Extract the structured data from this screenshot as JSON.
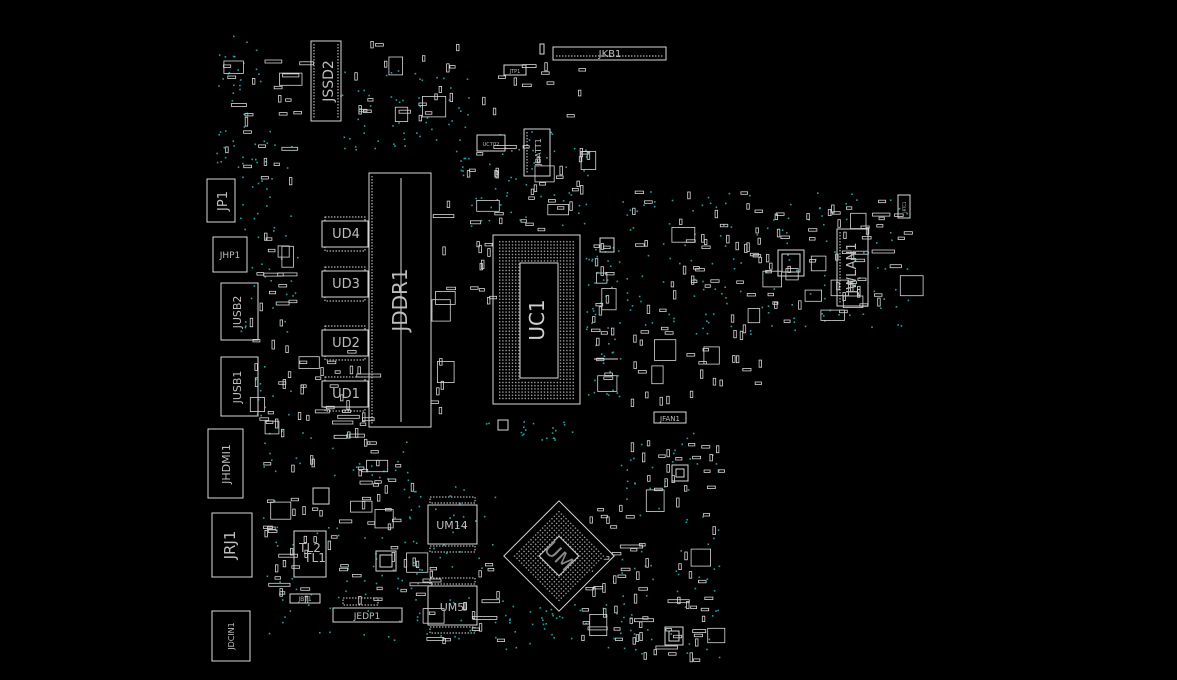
{
  "colors": {
    "background": "#000000",
    "outline": "#d8d8d8",
    "label": "#bdbdbd",
    "via": "#1fa3a3"
  },
  "components": {
    "jkb1": "JKB1",
    "jtp1": "JTP1",
    "jssd2": "JSSD2",
    "uc702": "UC702",
    "jbatt1": "JBATT1",
    "jp1": "JP1",
    "jhp1": "JHP1",
    "jusb2": "JUSB2",
    "jusb1": "JUSB1",
    "jhdmi1": "JHDMI1",
    "jrj1": "JRJ1",
    "jdcin1": "JDCIN1",
    "jddr1": "JDDR1",
    "ud4": "UD4",
    "ud3": "UD3",
    "ud2": "UD2",
    "ud1": "UD1",
    "uc1": "UC1",
    "jwlan1": "JWLAN1",
    "jfan1": "JFAN1",
    "um14": "UM14",
    "um5": "UM5",
    "um": "UM",
    "tl1": "TL1",
    "tl2": "TL2",
    "jedp1": "JEDP1",
    "jbt1": "JBT1",
    "jrtc": "JRTC1"
  }
}
